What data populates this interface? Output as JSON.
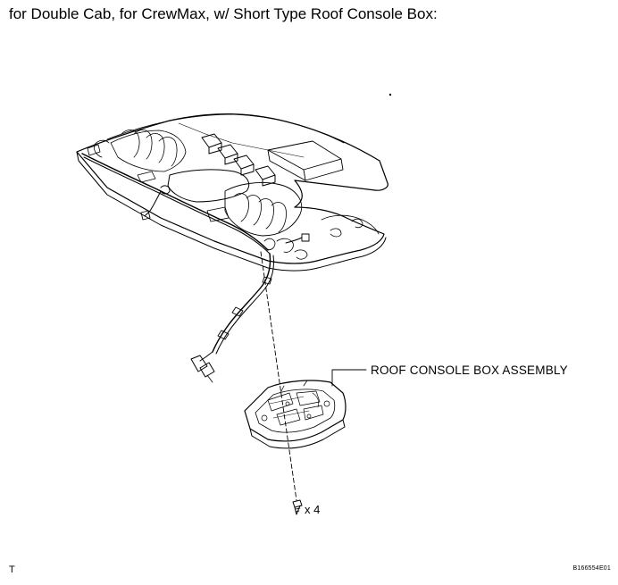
{
  "header": {
    "title": "for Double Cab, for CrewMax, w/ Short Type Roof Console Box:"
  },
  "callouts": {
    "console_box": "ROOF CONSOLE BOX ASSEMBLY",
    "screw_qty": "x 4"
  },
  "footer": {
    "corner_mark": "T",
    "figure_code": "B166554E01"
  }
}
